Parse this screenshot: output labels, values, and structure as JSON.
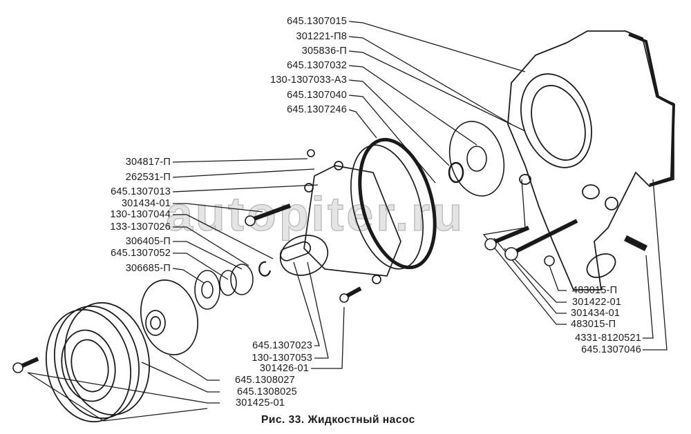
{
  "figure": {
    "caption": "Рис. 33. Жидкостный насос",
    "watermark": "autopiter.ru"
  },
  "labels": {
    "top_group": [
      "645.1307015",
      "301221-П8",
      "305836-П",
      "645.1307032",
      "130-1307033-А3",
      "645.1307040",
      "645.1307246"
    ],
    "left_group": [
      "304817-П",
      "262531-П",
      "645.1307013",
      "301434-01",
      "130-1307044",
      "133-1307026",
      "306405-П",
      "645.1307052",
      "306685-П"
    ],
    "bottom_center_group": [
      "645.1307023",
      "130-1307053",
      "301426-01",
      "645.1308027",
      "645.1308025",
      "301425-01"
    ],
    "right_group": [
      "483015-П",
      "301422-01",
      "301434-01",
      "483015-П",
      "4331-8120521",
      "645.1307046"
    ]
  },
  "parts_depicted": [
    "pump-housing-cover",
    "housing-gasket",
    "impeller",
    "seal",
    "pump-body",
    "shaft-bearing",
    "hub",
    "pulley",
    "bolts",
    "nuts",
    "fitting"
  ]
}
